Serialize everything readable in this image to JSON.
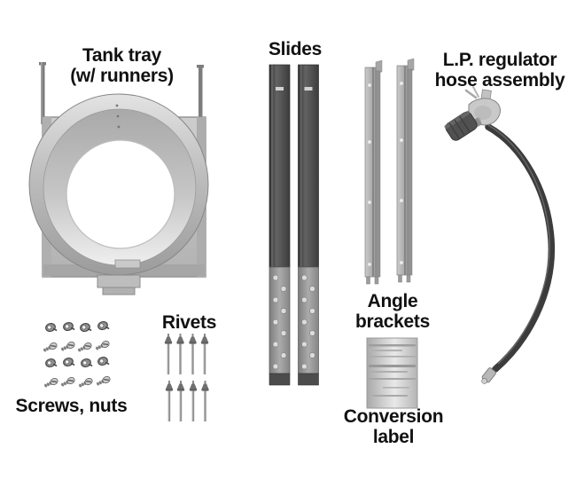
{
  "title": "L.P. conversion kit parts diagram",
  "colors": {
    "background": "#ffffff",
    "text": "#111111",
    "metal_light": "#dedede",
    "metal_mid": "#a8a8a8",
    "metal_dark": "#4a4a4a",
    "hose": "#3c3c3c"
  },
  "labels": {
    "tank_tray_line1": "Tank tray",
    "tank_tray_line2": "(w/ runners)",
    "slides": "Slides",
    "lp_line1": "L.P. regulator",
    "lp_line2": "hose assembly",
    "angle_line1": "Angle",
    "angle_line2": "brackets",
    "rivets": "Rivets",
    "screws_nuts": "Screws, nuts",
    "conversion_line1": "Conversion",
    "conversion_line2": "label"
  },
  "parts": [
    {
      "id": "tank-tray",
      "name": "Tank tray (w/ runners)",
      "count": 1
    },
    {
      "id": "slides",
      "name": "Slides",
      "count": 2
    },
    {
      "id": "lp-regulator-hose",
      "name": "L.P. regulator hose assembly",
      "count": 1
    },
    {
      "id": "angle-brackets",
      "name": "Angle brackets",
      "count": 2
    },
    {
      "id": "rivets",
      "name": "Rivets",
      "count": 8
    },
    {
      "id": "screws-nuts",
      "name": "Screws, nuts",
      "count": 16
    },
    {
      "id": "conversion-label",
      "name": "Conversion label",
      "count": 1
    }
  ]
}
